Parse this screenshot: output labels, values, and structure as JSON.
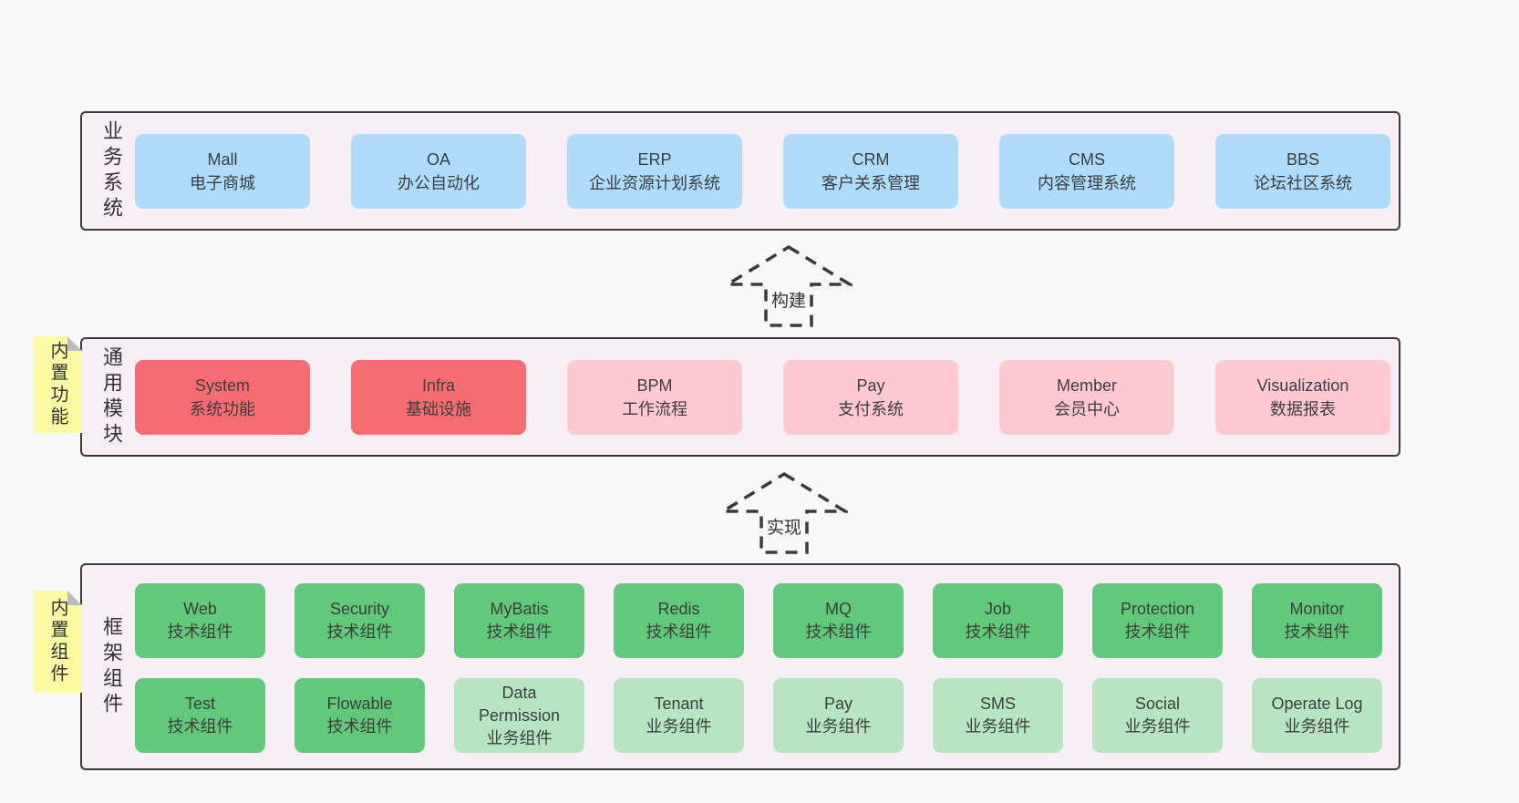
{
  "colors": {
    "page_bg": "#f8f8f8",
    "band_bg": "#f7eef6",
    "band_border": "#3a3a3a",
    "text": "#3d3d3d",
    "box_blue": "#aedcfa",
    "box_red": "#f56d72",
    "box_pink": "#fec9d1",
    "box_green": "#62c97c",
    "box_light_green": "#b7e5c1",
    "note_yellow": "#fbf9a2",
    "note_fold": "#bcbcbc"
  },
  "layers": {
    "business": {
      "side_label": "业务系统",
      "boxes": [
        {
          "title": "Mall",
          "subtitle": "电子商城",
          "variant": "blue"
        },
        {
          "title": "OA",
          "subtitle": "办公自动化",
          "variant": "blue"
        },
        {
          "title": "ERP",
          "subtitle": "企业资源计划系统",
          "variant": "blue"
        },
        {
          "title": "CRM",
          "subtitle": "客户关系管理",
          "variant": "blue"
        },
        {
          "title": "CMS",
          "subtitle": "内容管理系统",
          "variant": "blue"
        },
        {
          "title": "BBS",
          "subtitle": "论坛社区系统",
          "variant": "blue"
        }
      ]
    },
    "modules": {
      "side_label": "通用模块",
      "note": "内置功能",
      "boxes": [
        {
          "title": "System",
          "subtitle": "系统功能",
          "variant": "red"
        },
        {
          "title": "Infra",
          "subtitle": "基础设施",
          "variant": "red"
        },
        {
          "title": "BPM",
          "subtitle": "工作流程",
          "variant": "pink"
        },
        {
          "title": "Pay",
          "subtitle": "支付系统",
          "variant": "pink"
        },
        {
          "title": "Member",
          "subtitle": "会员中心",
          "variant": "pink"
        },
        {
          "title": "Visualization",
          "subtitle": "数据报表",
          "variant": "pink"
        }
      ]
    },
    "components": {
      "side_label": "框架组件",
      "note": "内置组件",
      "rows": [
        [
          {
            "title": "Web",
            "subtitle": "技术组件",
            "variant": "green"
          },
          {
            "title": "Security",
            "subtitle": "技术组件",
            "variant": "green"
          },
          {
            "title": "MyBatis",
            "subtitle": "技术组件",
            "variant": "green"
          },
          {
            "title": "Redis",
            "subtitle": "技术组件",
            "variant": "green"
          },
          {
            "title": "MQ",
            "subtitle": "技术组件",
            "variant": "green"
          },
          {
            "title": "Job",
            "subtitle": "技术组件",
            "variant": "green"
          },
          {
            "title": "Protection",
            "subtitle": "技术组件",
            "variant": "green"
          },
          {
            "title": "Monitor",
            "subtitle": "技术组件",
            "variant": "green"
          }
        ],
        [
          {
            "title": "Test",
            "subtitle": "技术组件",
            "variant": "green"
          },
          {
            "title": "Flowable",
            "subtitle": "技术组件",
            "variant": "green"
          },
          {
            "title": "Data Permission",
            "subtitle": "业务组件",
            "variant": "light_green"
          },
          {
            "title": "Tenant",
            "subtitle": "业务组件",
            "variant": "light_green"
          },
          {
            "title": "Pay",
            "subtitle": "业务组件",
            "variant": "light_green"
          },
          {
            "title": "SMS",
            "subtitle": "业务组件",
            "variant": "light_green"
          },
          {
            "title": "Social",
            "subtitle": "业务组件",
            "variant": "light_green"
          },
          {
            "title": "Operate Log",
            "subtitle": "业务组件",
            "variant": "light_green"
          }
        ]
      ]
    }
  },
  "arrows": [
    {
      "label": "构建"
    },
    {
      "label": "实现"
    }
  ]
}
